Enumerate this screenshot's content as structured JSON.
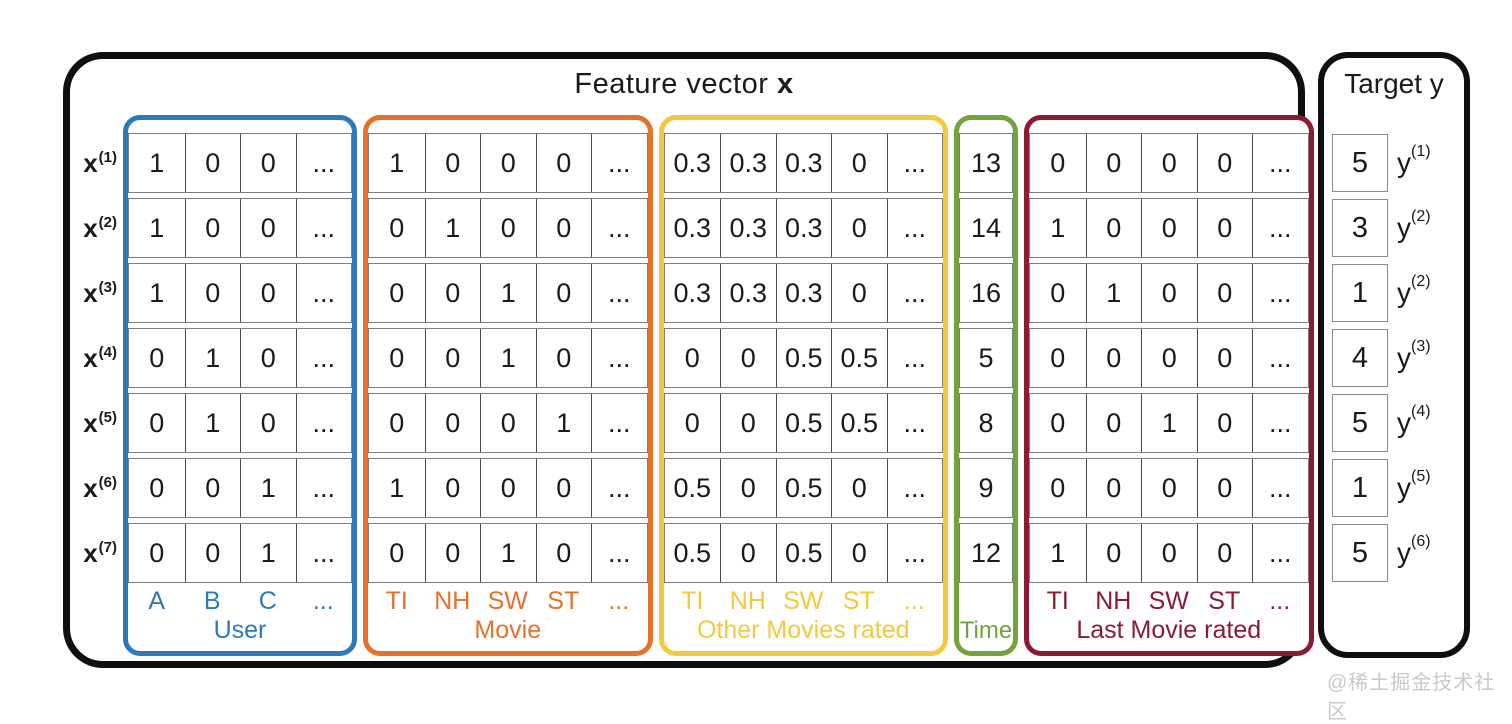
{
  "main": {
    "title_prefix": "Feature vector ",
    "title_bold": "x"
  },
  "table": {
    "row_label_base": "x",
    "row_labels": [
      "(1)",
      "(2)",
      "(3)",
      "(4)",
      "(5)",
      "(6)",
      "(7)"
    ],
    "groups": [
      {
        "name": "user",
        "label": "User",
        "color": "#2E79BE",
        "col_labels": [
          "A",
          "B",
          "C",
          "..."
        ],
        "rows": [
          [
            "1",
            "0",
            "0",
            "..."
          ],
          [
            "1",
            "0",
            "0",
            "..."
          ],
          [
            "1",
            "0",
            "0",
            "..."
          ],
          [
            "0",
            "1",
            "0",
            "..."
          ],
          [
            "0",
            "1",
            "0",
            "..."
          ],
          [
            "0",
            "0",
            "1",
            "..."
          ],
          [
            "0",
            "0",
            "1",
            "..."
          ]
        ]
      },
      {
        "name": "movie",
        "label": "Movie",
        "color": "#E8712A",
        "col_labels": [
          "TI",
          "NH",
          "SW",
          "ST",
          "..."
        ],
        "rows": [
          [
            "1",
            "0",
            "0",
            "0",
            "..."
          ],
          [
            "0",
            "1",
            "0",
            "0",
            "..."
          ],
          [
            "0",
            "0",
            "1",
            "0",
            "..."
          ],
          [
            "0",
            "0",
            "1",
            "0",
            "..."
          ],
          [
            "0",
            "0",
            "0",
            "1",
            "..."
          ],
          [
            "1",
            "0",
            "0",
            "0",
            "..."
          ],
          [
            "0",
            "0",
            "1",
            "0",
            "..."
          ]
        ]
      },
      {
        "name": "other-movies-rated",
        "label": "Other Movies rated",
        "color": "#F2C93F",
        "col_labels": [
          "TI",
          "NH",
          "SW",
          "ST",
          "..."
        ],
        "rows": [
          [
            "0.3",
            "0.3",
            "0.3",
            "0",
            "..."
          ],
          [
            "0.3",
            "0.3",
            "0.3",
            "0",
            "..."
          ],
          [
            "0.3",
            "0.3",
            "0.3",
            "0",
            "..."
          ],
          [
            "0",
            "0",
            "0.5",
            "0.5",
            "..."
          ],
          [
            "0",
            "0",
            "0.5",
            "0.5",
            "..."
          ],
          [
            "0.5",
            "0",
            "0.5",
            "0",
            "..."
          ],
          [
            "0.5",
            "0",
            "0.5",
            "0",
            "..."
          ]
        ]
      },
      {
        "name": "time",
        "label": "Time",
        "color": "#74A23C",
        "col_labels": [],
        "rows": [
          [
            "13"
          ],
          [
            "14"
          ],
          [
            "16"
          ],
          [
            "5"
          ],
          [
            "8"
          ],
          [
            "9"
          ],
          [
            "12"
          ]
        ]
      },
      {
        "name": "last-movie-rated",
        "label": "Last Movie rated",
        "color": "#8B1A32",
        "col_labels": [
          "TI",
          "NH",
          "SW",
          "ST",
          "..."
        ],
        "rows": [
          [
            "0",
            "0",
            "0",
            "0",
            "..."
          ],
          [
            "1",
            "0",
            "0",
            "0",
            "..."
          ],
          [
            "0",
            "1",
            "0",
            "0",
            "..."
          ],
          [
            "0",
            "0",
            "0",
            "0",
            "..."
          ],
          [
            "0",
            "0",
            "1",
            "0",
            "..."
          ],
          [
            "0",
            "0",
            "0",
            "0",
            "..."
          ],
          [
            "1",
            "0",
            "0",
            "0",
            "..."
          ]
        ]
      }
    ]
  },
  "target": {
    "title": "Target y",
    "label_base": "y",
    "items": [
      {
        "value": "5",
        "sup": "(1)"
      },
      {
        "value": "3",
        "sup": "(2)"
      },
      {
        "value": "1",
        "sup": "(2)"
      },
      {
        "value": "4",
        "sup": "(3)"
      },
      {
        "value": "5",
        "sup": "(4)"
      },
      {
        "value": "1",
        "sup": "(5)"
      },
      {
        "value": "5",
        "sup": "(6)"
      }
    ]
  },
  "watermark": "@稀土掘金技术社区"
}
